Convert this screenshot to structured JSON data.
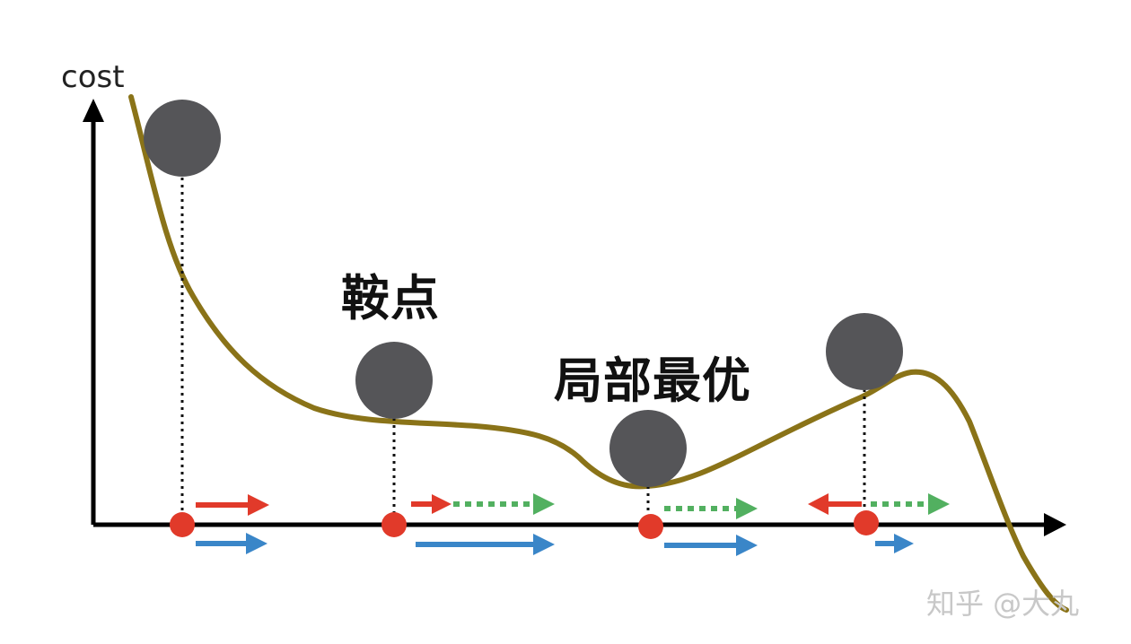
{
  "axis": {
    "y_label": "cost"
  },
  "annotations": {
    "saddle_point": "鞍点",
    "local_optimum": "局部最优"
  },
  "watermark": "知乎 @大丸",
  "colors": {
    "curve": "#8a7318",
    "ball": "#555558",
    "marker": "#e13a2a",
    "arrow_red": "#e13a2a",
    "arrow_blue": "#3a86c8",
    "arrow_green": "#52b060",
    "axis": "#000000"
  },
  "stations": [
    {
      "name": "start",
      "arrows": [
        {
          "color": "red",
          "direction": "right",
          "style": "solid"
        },
        {
          "color": "blue",
          "direction": "right",
          "style": "solid"
        }
      ]
    },
    {
      "name": "saddle",
      "arrows": [
        {
          "color": "red",
          "direction": "right",
          "style": "solid"
        },
        {
          "color": "green",
          "direction": "right",
          "style": "dotted"
        },
        {
          "color": "blue",
          "direction": "right",
          "style": "solid"
        }
      ]
    },
    {
      "name": "local-minimum",
      "arrows": [
        {
          "color": "green",
          "direction": "right",
          "style": "dotted"
        },
        {
          "color": "blue",
          "direction": "right",
          "style": "solid"
        }
      ]
    },
    {
      "name": "hill",
      "arrows": [
        {
          "color": "red",
          "direction": "left",
          "style": "solid"
        },
        {
          "color": "green",
          "direction": "right",
          "style": "dotted"
        },
        {
          "color": "blue",
          "direction": "right",
          "style": "solid"
        }
      ]
    }
  ]
}
